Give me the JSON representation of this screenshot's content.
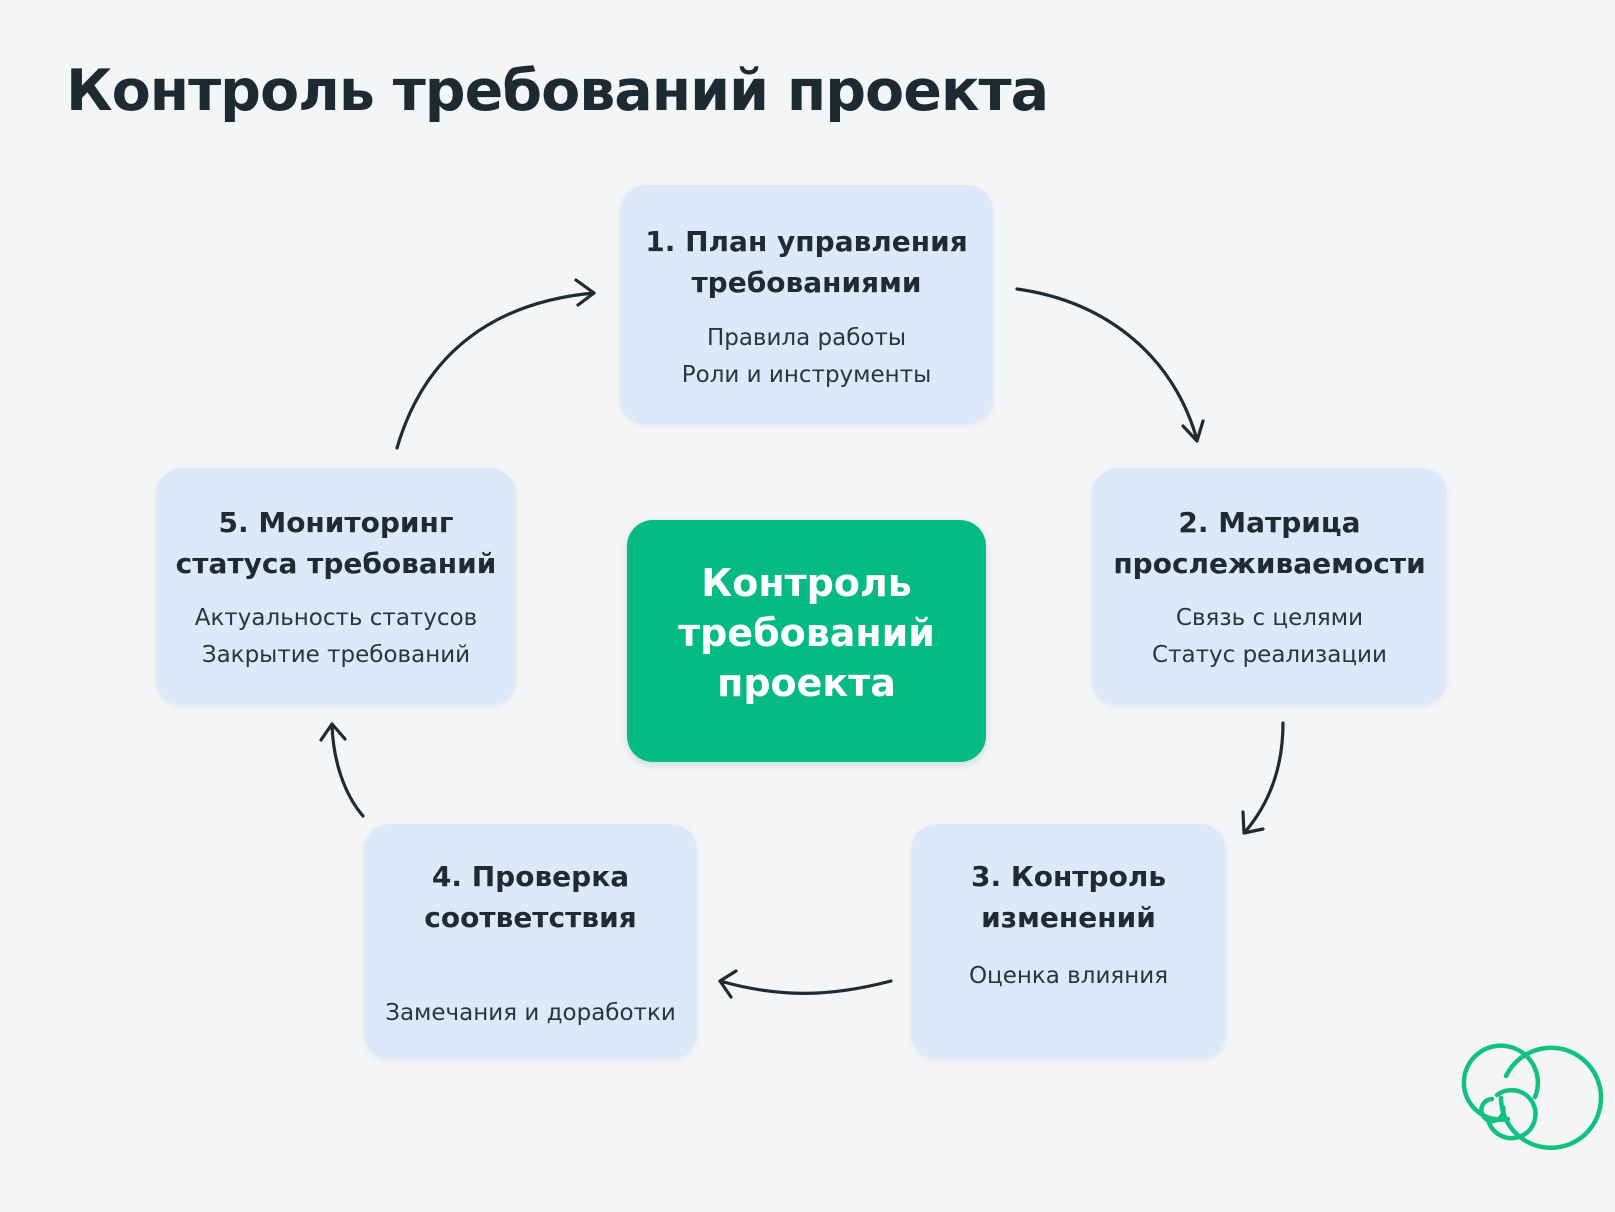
{
  "title": "Контроль требований проекта",
  "center": {
    "label": "Контроль\nтребований\nпроекта",
    "color": "#05bb83"
  },
  "stages": [
    {
      "title": "1. План управления\nтребованиями",
      "items": [
        "Правила работы",
        "Роли и инструменты"
      ]
    },
    {
      "title": "2. Матрица\nпрослеживаемости",
      "items": [
        "Связь с целями",
        "Статус реализации"
      ]
    },
    {
      "title": "3. Контроль\nизменений",
      "items": [
        "Оценка влияния"
      ]
    },
    {
      "title": "4. Проверка\nсоответствия",
      "items": [
        "Замечания и доработки"
      ]
    },
    {
      "title": "5. Мониторинг\nстатуса требований",
      "items": [
        "Актуальность статусов",
        "Закрытие требований"
      ]
    }
  ],
  "flow": "clockwise",
  "colors": {
    "card": "#dde9f8",
    "accent": "#05bb83",
    "arrow": "#1f2a33",
    "background": "#f4f5f7"
  },
  "icons": {
    "logo": "spiral-logo-icon"
  }
}
